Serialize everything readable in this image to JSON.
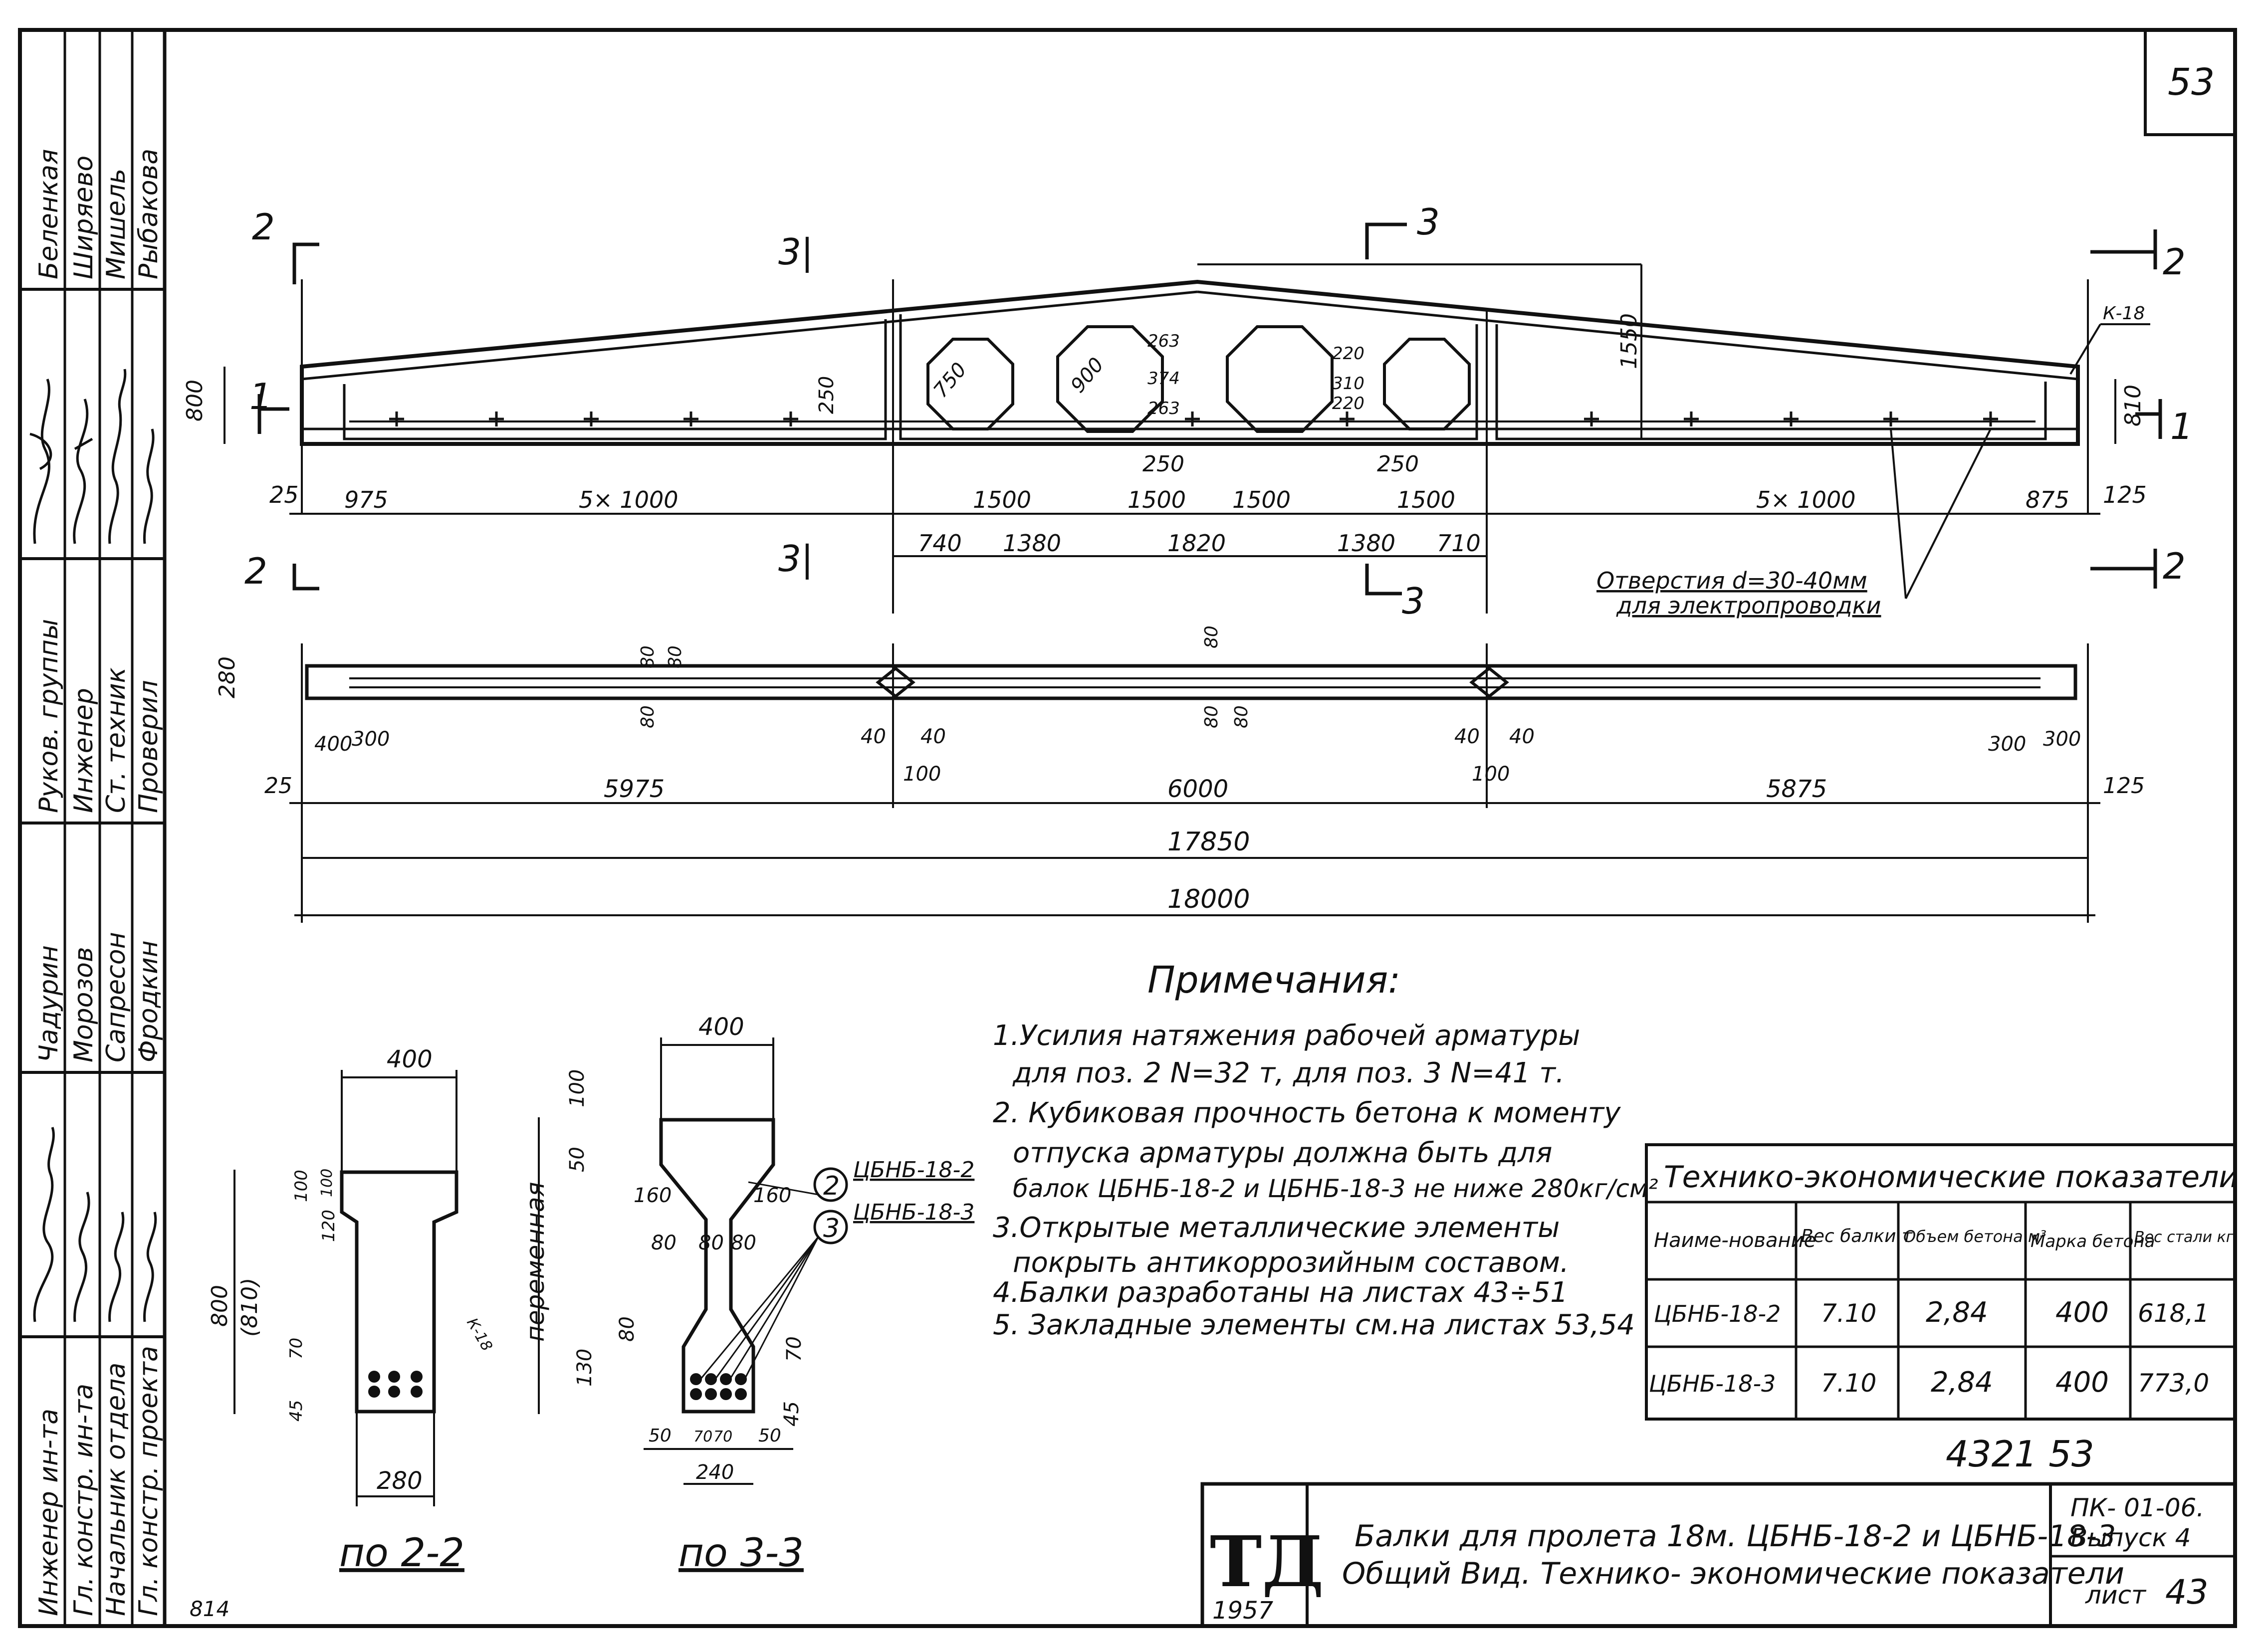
{
  "sheet": {
    "page_number": "53",
    "stamp_number": "4321  53",
    "bottom_left_note": "814"
  },
  "left_stamp": {
    "roles": [
      "Гл. констр. проекта",
      "Начальник отдела",
      "Гл. констр. ин-та",
      "Инженер ин-та",
      "Проверил",
      "Ст. техник",
      "Инженер",
      "Руков. группы"
    ],
    "names": [
      "Фродкин",
      "Сапресон",
      "Морозов",
      "Чадурин",
      "Рыбакова",
      "Мишель",
      "Ширяево",
      "Беленкая"
    ]
  },
  "elevation": {
    "section_marks": [
      "2",
      "2",
      "3",
      "3",
      "2",
      "2",
      "1",
      "1"
    ],
    "top_dims": [
      "25",
      "975",
      "5× 1000",
      "1500",
      "1500",
      "1500",
      "1500",
      "5× 1000",
      "875",
      "125"
    ],
    "second_row_dims": [
      "740",
      "1380",
      "1820",
      "1380",
      "710"
    ],
    "vertical_dims": [
      "800",
      "810",
      "250",
      "1550"
    ],
    "hole_diameters": [
      "750",
      "900"
    ],
    "hole_dims": [
      "263",
      "374",
      "263",
      "220",
      "310",
      "220"
    ],
    "under_dims": [
      "250",
      "250"
    ],
    "part_label": "К-18",
    "holes_note_line1": "Отверстия d=30-40мм",
    "holes_note_line2": "для электропроводки"
  },
  "plan": {
    "width_label": "280",
    "small_dims": [
      "80",
      "80",
      "80",
      "80",
      "80",
      "80"
    ],
    "end_dims": [
      "400",
      "300",
      "300",
      "300"
    ],
    "joint_dims": [
      "40",
      "40",
      "100",
      "40",
      "40",
      "100"
    ],
    "span_dims": [
      "25",
      "5975",
      "6000",
      "5875",
      "125"
    ],
    "total_inner": "17850",
    "total_outer": "18000"
  },
  "notes": {
    "heading": "Примечания:",
    "lines": [
      "1.Усилия натяжения рабочей арматуры",
      "для поз. 2 N=32 т, для поз. 3 N=41 т.",
      "2. Кубиковая прочность бетона к моменту",
      "отпуска арматуры должна быть для",
      "балок ЦБНБ-18-2 и ЦБНБ-18-3 не ниже 280кг/см²",
      "3.Открытые металлические элементы",
      "покрыть антикоррозийным составом.",
      "4.Балки разработаны на листах 43÷51",
      "5. Закладные элементы см.на листах 53,54"
    ]
  },
  "section_2_2": {
    "caption": "по 2-2",
    "dims": [
      "400",
      "800",
      "(810)",
      "100",
      "100",
      "120",
      "70",
      "45",
      "280"
    ],
    "label": "К-18"
  },
  "section_3_3": {
    "caption": "по 3-3",
    "dims": [
      "400",
      "100",
      "50",
      "160",
      "160",
      "80",
      "80",
      "80",
      "80",
      "130",
      "70",
      "45",
      "50",
      "70",
      "70",
      "50",
      "240"
    ],
    "side_label": "переменная",
    "callouts": [
      {
        "num": "2",
        "label": "ЦБНБ-18-2"
      },
      {
        "num": "3",
        "label": "ЦБНБ-18-3"
      }
    ]
  },
  "tech_table": {
    "title": "Технико-экономические показатели",
    "headers": [
      "Наиме-нование",
      "Вес балки т",
      "Объем бетона м³",
      "Марка бетона",
      "Вес стали кг"
    ],
    "rows": [
      [
        "ЦБНБ-18-2",
        "7.10",
        "2,84",
        "400",
        "618,1"
      ],
      [
        "ЦБНБ-18-3",
        "7.10",
        "2,84",
        "400",
        "773,0"
      ]
    ]
  },
  "title_block": {
    "logo": "ТД",
    "year": "1957",
    "title_line1": "Балки для пролета 18м. ЦБНБ-18-2 и ЦБНБ-18-3",
    "title_line2": "Общий Вид. Технико- экономические показатели",
    "series": "ПК- 01-06.",
    "issue": "Выпуск 4",
    "sheet_label": "лист",
    "sheet_no": "43"
  }
}
